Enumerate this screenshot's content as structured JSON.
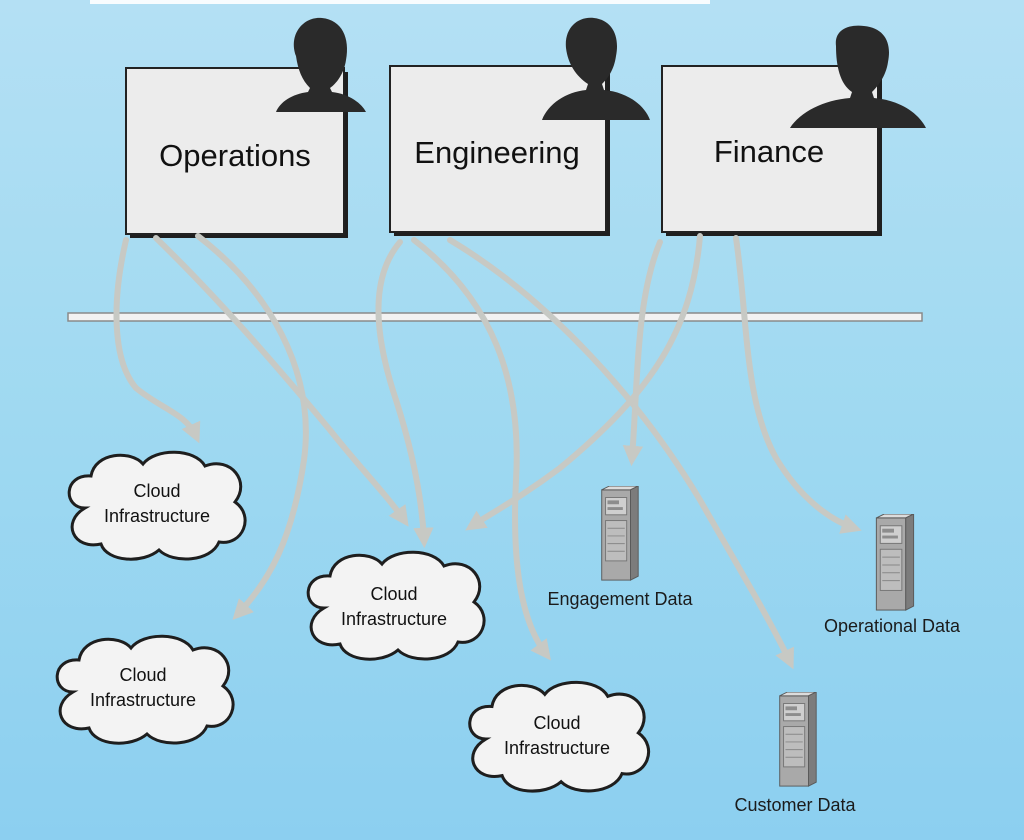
{
  "departments": [
    {
      "id": "operations",
      "label": "Operations"
    },
    {
      "id": "engineering",
      "label": "Engineering"
    },
    {
      "id": "finance",
      "label": "Finance"
    }
  ],
  "clouds": [
    {
      "line1": "Cloud",
      "line2": "Infrastructure"
    },
    {
      "line1": "Cloud",
      "line2": "Infrastructure"
    },
    {
      "line1": "Cloud",
      "line2": "Infrastructure"
    },
    {
      "line1": "Cloud",
      "line2": "Infrastructure"
    }
  ],
  "data_stores": [
    {
      "label": "Engagement Data"
    },
    {
      "label": "Operational Data"
    },
    {
      "label": "Customer Data"
    }
  ],
  "colors": {
    "background_top": "#a9dcf2",
    "background_bottom": "#8fd2f0",
    "box_fill": "#ececec",
    "arrow": "#c7c9c4",
    "person": "#2a2a2a",
    "cloud_fill": "#f3f3f3"
  }
}
